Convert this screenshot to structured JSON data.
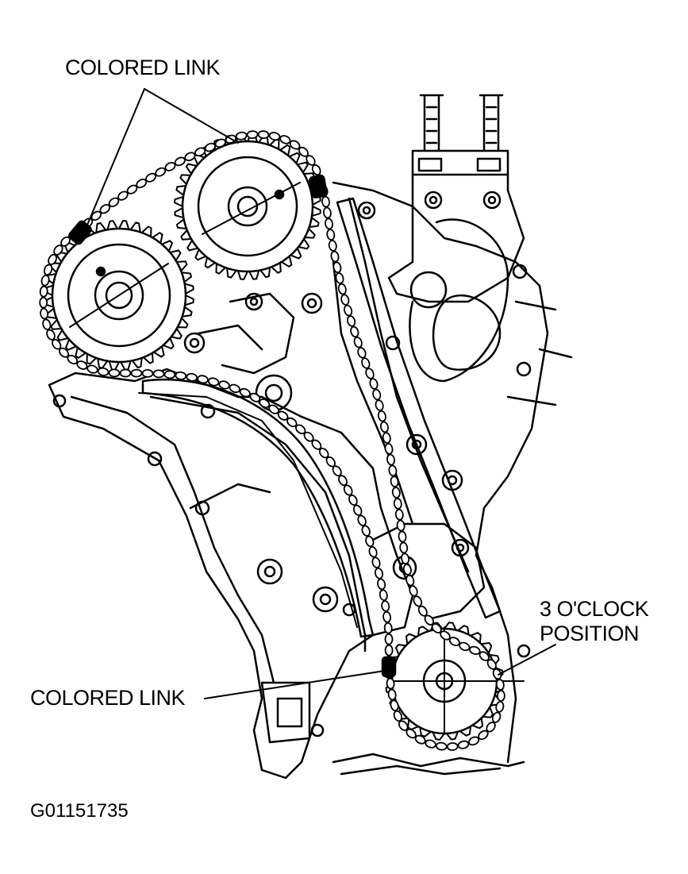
{
  "labels": {
    "colored_link_top": "COLORED LINK",
    "colored_link_bottom": "COLORED LINK",
    "clock_line1": "3 O'CLOCK",
    "clock_line2": "POSITION",
    "figure_code": "G01151735"
  },
  "colors": {
    "ink": "#000000",
    "paper": "#ffffff"
  }
}
